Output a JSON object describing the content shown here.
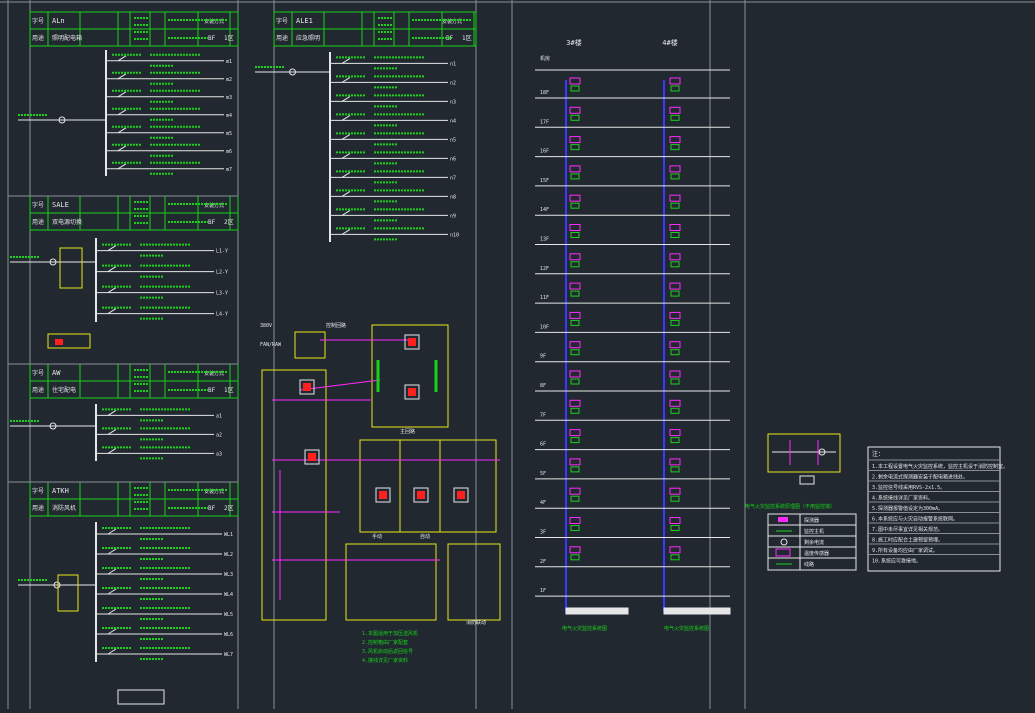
{
  "colors": {
    "background": "#212830",
    "green": "#19d219",
    "white": "#e6e6e6",
    "magenta": "#ff2aff",
    "yellow": "#e6e619",
    "blue": "#3a3aff",
    "red": "#ff2020",
    "divider": "#8a8f96"
  },
  "panels": {
    "p1": {
      "label1": "字号",
      "code": "ALn",
      "label2": "用途",
      "desc": "照明配电箱",
      "mode": "安装方式",
      "dims": "BF",
      "ref": "1区",
      "circuits": [
        "m1",
        "m2",
        "m3",
        "m4",
        "m5",
        "m6",
        "m7"
      ]
    },
    "p2": {
      "label1": "字号",
      "code": "ALE1",
      "label2": "用途",
      "desc": "应急照明",
      "mode": "安装方式",
      "dims": "BF",
      "ref": "1区",
      "circuits": [
        "n1",
        "n2",
        "n3",
        "n4",
        "n5",
        "n6",
        "n7",
        "n8",
        "n9",
        "n10"
      ]
    },
    "p3": {
      "label1": "字号",
      "code": "SALE",
      "label2": "用途",
      "desc": "双电源切换",
      "mode": "安装方式",
      "dims": "BF",
      "ref": "2区",
      "circuits": [
        "L1-Y",
        "L2-Y",
        "L3-Y",
        "L4-Y"
      ]
    },
    "p4": {
      "label1": "字号",
      "code": "AW",
      "label2": "用途",
      "desc": "住宅配电",
      "mode": "安装方式",
      "dims": "BF",
      "ref": "1区",
      "circuits": [
        "a1",
        "a2",
        "a3"
      ]
    },
    "p5": {
      "label1": "字号",
      "code": "ATKH",
      "label2": "用途",
      "desc": "消防风机",
      "mode": "安装方式",
      "dims": "BF",
      "ref": "2区",
      "circuits": [
        "WL1",
        "WL2",
        "WL3",
        "WL4",
        "WL5",
        "WL6",
        "WL7"
      ]
    }
  },
  "riser": {
    "headers": [
      "3#楼",
      "4#楼"
    ],
    "top_label": "机房",
    "floors": [
      "18F",
      "17F",
      "16F",
      "15F",
      "14F",
      "13F",
      "12F",
      "11F",
      "10F",
      "9F",
      "8F",
      "7F",
      "6F",
      "5F",
      "4F",
      "3F",
      "2F",
      "1F"
    ],
    "bottom_labels": [
      "电气火灾监控系统图",
      "电气火灾监控系统图"
    ]
  },
  "control": {
    "labels": [
      "380V",
      "FAN/RAW",
      "控制回路",
      "主回路",
      "手动",
      "自动",
      "消防联动"
    ],
    "notes": [
      "1.本图适用于加压送风机",
      "2.控制箱由厂家配套",
      "3.风机启动后返回信号",
      "4.接线详见厂家资料"
    ]
  },
  "legend": {
    "title": "电气火灾监控系统原理图（不用监控端）",
    "symbols": [
      "探测器",
      "监控主机",
      "剩余电流",
      "温度传感器",
      "线路"
    ],
    "notes_title": "注：",
    "notes": [
      "1.本工程设置电气火灾监控系统，监控主机设于消防控制室。",
      "2.剩余电流式探测器安装于配电箱进线处。",
      "3.监控信号线采用RVS-2x1.5。",
      "4.系统接线详见厂家资料。",
      "5.探测器报警值设定为300mA。",
      "6.本系统应与火灾自动报警系统联网。",
      "7.图中未尽事宜详见相关规范。",
      "8.施工时应配合土建预留预埋。",
      "9.所有设备均应由厂家调试。",
      "10.系统应可靠接地。"
    ]
  }
}
